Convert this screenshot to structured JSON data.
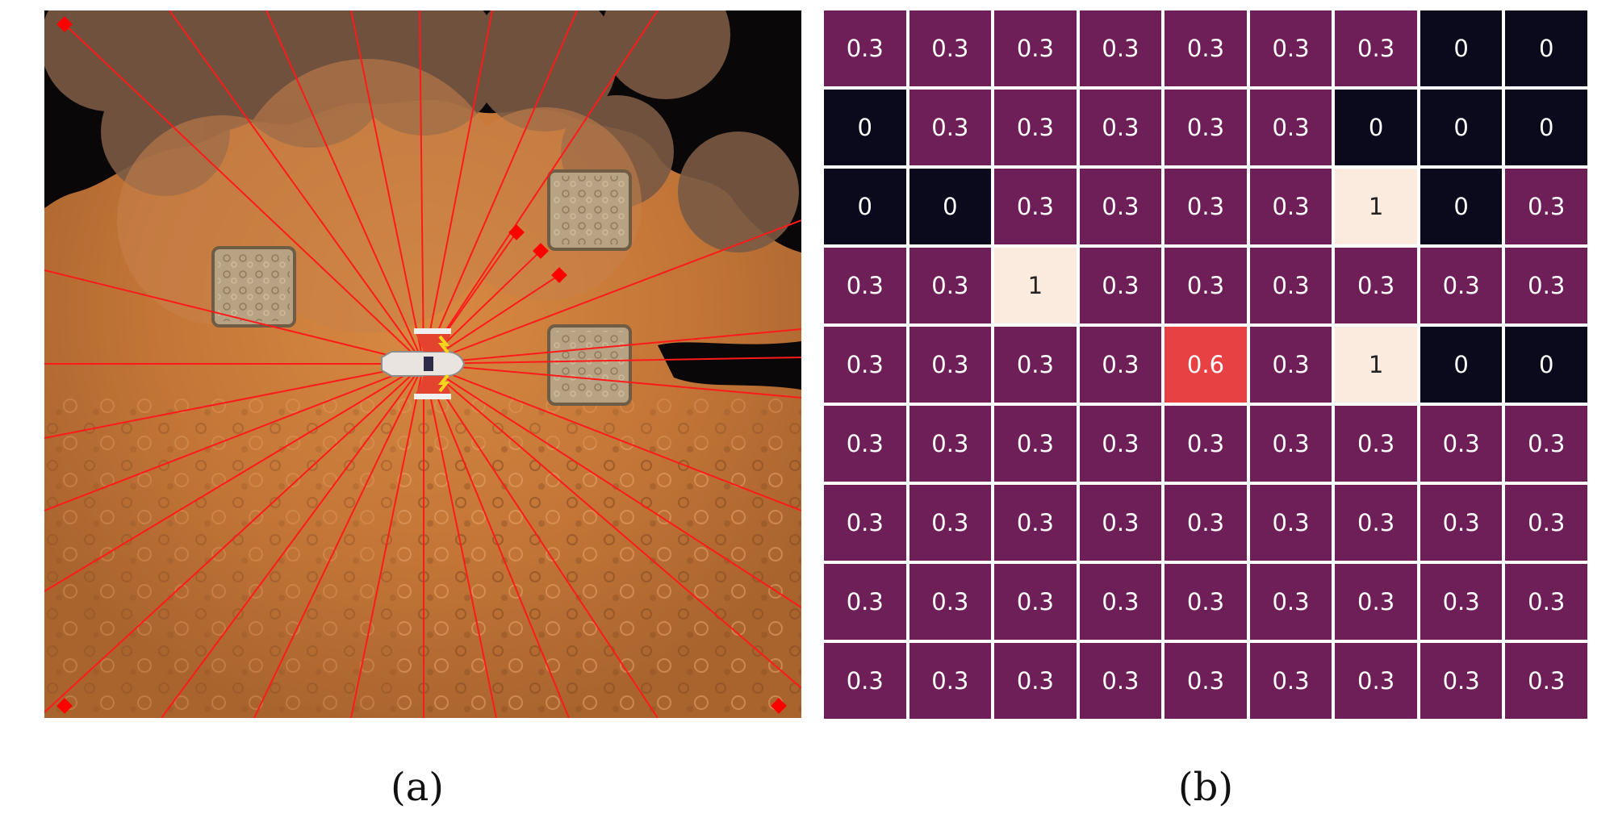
{
  "panels": {
    "a": {
      "caption": "(a)"
    },
    "b": {
      "caption": "(b)"
    }
  },
  "colors": {
    "sensor_ray": "#ff1a1a",
    "ray_endpoint": "#ff0000",
    "terrain": "#c67a3a",
    "shadow": "#0a0708",
    "obstacle": "#b7a383",
    "cell_0": "#0b0a1c",
    "cell_0_3": "#6f1f57",
    "cell_0_6": "#e74144",
    "cell_1": "#fbebde"
  },
  "icons": {
    "agent": "rover-icon",
    "obstacle": "rock-icon"
  },
  "grid": {
    "rows": [
      [
        "0.3",
        "0.3",
        "0.3",
        "0.3",
        "0.3",
        "0.3",
        "0.3",
        "0",
        "0"
      ],
      [
        "0",
        "0.3",
        "0.3",
        "0.3",
        "0.3",
        "0.3",
        "0",
        "0",
        "0"
      ],
      [
        "0",
        "0",
        "0.3",
        "0.3",
        "0.3",
        "0.3",
        "1",
        "0",
        "0.3"
      ],
      [
        "0.3",
        "0.3",
        "1",
        "0.3",
        "0.3",
        "0.3",
        "0.3",
        "0.3",
        "0.3"
      ],
      [
        "0.3",
        "0.3",
        "0.3",
        "0.3",
        "0.6",
        "0.3",
        "1",
        "0",
        "0"
      ],
      [
        "0.3",
        "0.3",
        "0.3",
        "0.3",
        "0.3",
        "0.3",
        "0.3",
        "0.3",
        "0.3"
      ],
      [
        "0.3",
        "0.3",
        "0.3",
        "0.3",
        "0.3",
        "0.3",
        "0.3",
        "0.3",
        "0.3"
      ],
      [
        "0.3",
        "0.3",
        "0.3",
        "0.3",
        "0.3",
        "0.3",
        "0.3",
        "0.3",
        "0.3"
      ],
      [
        "0.3",
        "0.3",
        "0.3",
        "0.3",
        "0.3",
        "0.3",
        "0.3",
        "0.3",
        "0.3"
      ]
    ]
  }
}
